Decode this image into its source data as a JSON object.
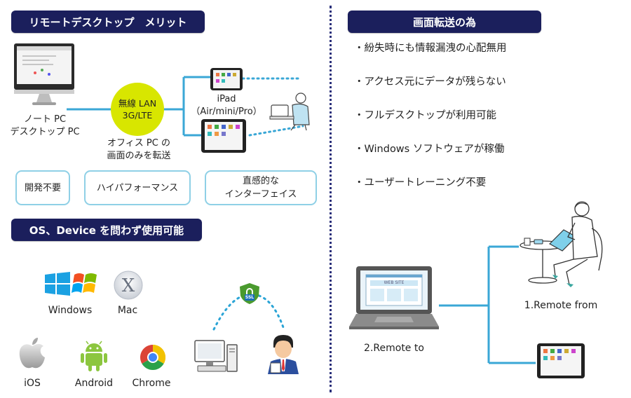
{
  "left": {
    "header_remote": "リモートデスクトップ　メリット",
    "device_pc_label_line1": "ノート PC",
    "device_pc_label_line2": "デスクトップ PC",
    "network_bubble_line1": "無線 LAN",
    "network_bubble_line2": "3G/LTE",
    "office_caption_line1": "オフィス PC の",
    "office_caption_line2": "画面のみを転送",
    "ipad_label_line1": "iPad",
    "ipad_label_line2": "（Air/mini/Pro）",
    "pills": [
      "開発不要",
      "ハイパフォーマンス",
      "直感的な",
      "インターフェイス"
    ],
    "header_os": "OS、Device を問わず使用可能",
    "os": {
      "windows": "Windows",
      "mac": "Mac",
      "ios": "iOS",
      "android": "Android",
      "chrome": "Chrome"
    },
    "ssl_badge": "SSL"
  },
  "right": {
    "header_transfer": "画面転送の為",
    "merits": [
      "・紛失時にも情報漏洩の心配無用",
      "・アクセス元にデータが残らない",
      "・フルデスクトップが利用可能",
      "・Windows ソフトウェアが稼働",
      "・ユーザートレーニング不要"
    ],
    "remote_from": "1.Remote from",
    "remote_to": "2.Remote to",
    "laptop_screen_title": "WEB SITE"
  },
  "colors": {
    "navy": "#1b1f5c",
    "line_blue": "#3aa7d6",
    "bubble_green": "#d8e600",
    "pill_border": "#8fd0e6"
  }
}
